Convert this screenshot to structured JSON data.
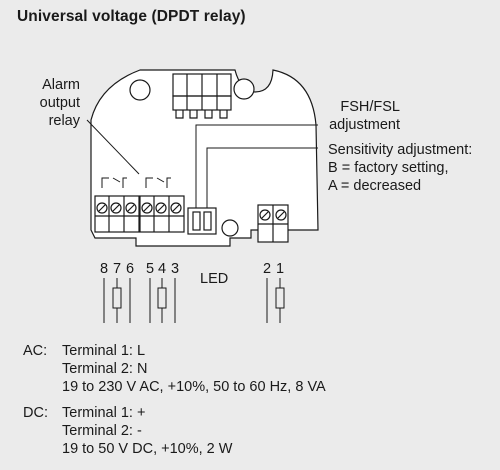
{
  "title": "Universal voltage (DPDT relay)",
  "labels": {
    "alarm_line1": "Alarm",
    "alarm_line2": "output",
    "alarm_line3": "relay",
    "fsh_line1": "FSH/FSL",
    "fsh_line2": "adjustment",
    "sens_line1": "Sensitivity adjustment:",
    "sens_line2": "B = factory setting,",
    "sens_line3": "A = decreased",
    "led": "LED"
  },
  "terminals": [
    "8",
    "7",
    "6",
    "5",
    "4",
    "3",
    "2",
    "1"
  ],
  "ac": {
    "prefix": "AC:",
    "line1": "Terminal 1: L",
    "line2": "Terminal 2: N",
    "line3": "19 to 230 V AC, +10%, 50 to 60 Hz, 8 VA"
  },
  "dc": {
    "prefix": "DC:",
    "line1": "Terminal 1: +",
    "line2": "Terminal 2: -",
    "line3": "19 to 50 V DC, +10%, 2 W"
  },
  "colors": {
    "background": "#ebebeb",
    "board": "#ffffff",
    "line": "#1a1a1a"
  }
}
